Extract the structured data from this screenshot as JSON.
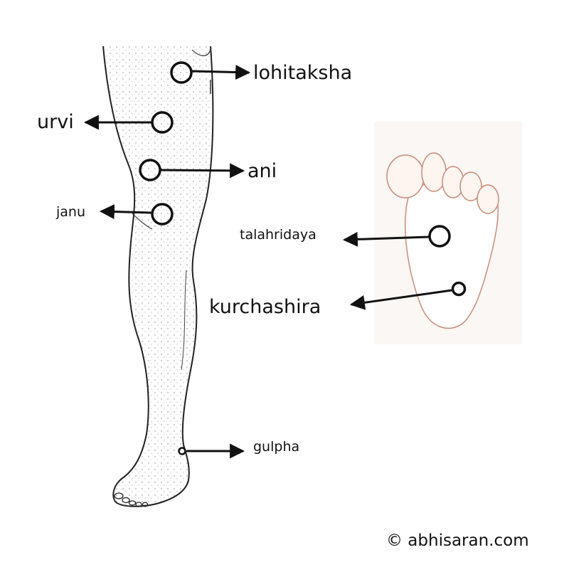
{
  "points": {
    "lohitaksha": "lohitaksha",
    "urvi": "urvi",
    "ani": "ani",
    "janu": "janu",
    "talahridaya": "talahridaya",
    "kurchashira": "kurchashira",
    "gulpha": "gulpha"
  },
  "footer": {
    "copyright": "© abhisaran.com"
  },
  "colors": {
    "ink": "#111111",
    "background": "#ffffff",
    "sole_skin": "#f3d6cc",
    "sole_outline": "#c98a78"
  }
}
